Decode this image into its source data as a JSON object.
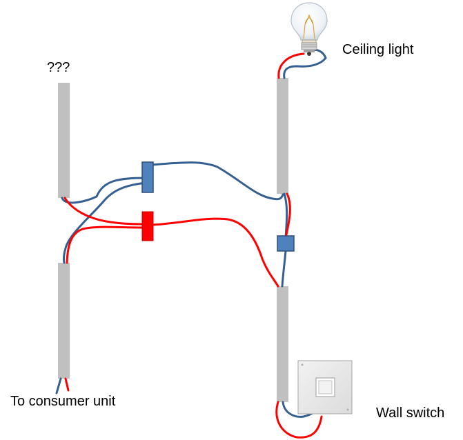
{
  "labels": {
    "unknown": "???",
    "ceiling_light": "Ceiling light",
    "consumer_unit": "To consumer unit",
    "wall_switch": "Wall switch"
  },
  "colors": {
    "conduit": "#c0c0c0",
    "neutral_wire": "#355f91",
    "live_wire": "#ff0000",
    "connector_blue": "#4f81bd",
    "connector_red": "#ff0000",
    "switch_plate": "#e6e6e6",
    "switch_rocker": "#ffffff"
  },
  "icons": {
    "bulb": "light-bulb-icon",
    "switch": "wall-switch-icon"
  }
}
